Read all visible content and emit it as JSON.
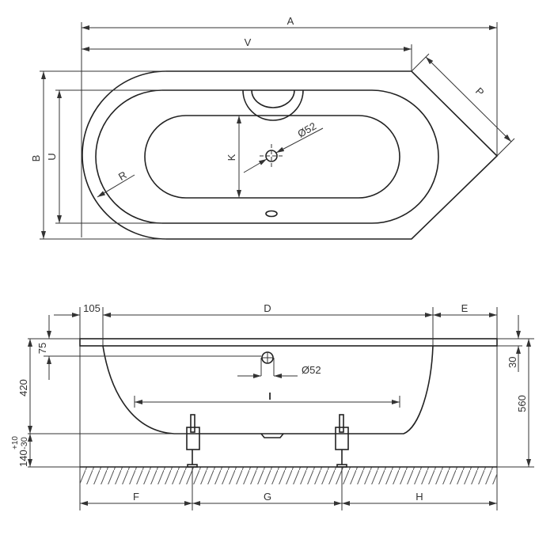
{
  "top_view": {
    "labels": {
      "A": "A",
      "V": "V",
      "B": "B",
      "U": "U",
      "K": "K",
      "R": "R",
      "P": "P",
      "drain": "Ø52"
    }
  },
  "side_view": {
    "labels": {
      "rim_offset": "105",
      "D": "D",
      "E": "E",
      "rim_height": "75",
      "depth": "420",
      "feet": "140",
      "feet_tol": "+10\n-30",
      "drain": "Ø52",
      "I": "I",
      "right_rim": "30",
      "height": "560",
      "F": "F",
      "G": "G",
      "H": "H"
    },
    "feet_tol_plus": "+10",
    "feet_tol_minus": "-30"
  }
}
